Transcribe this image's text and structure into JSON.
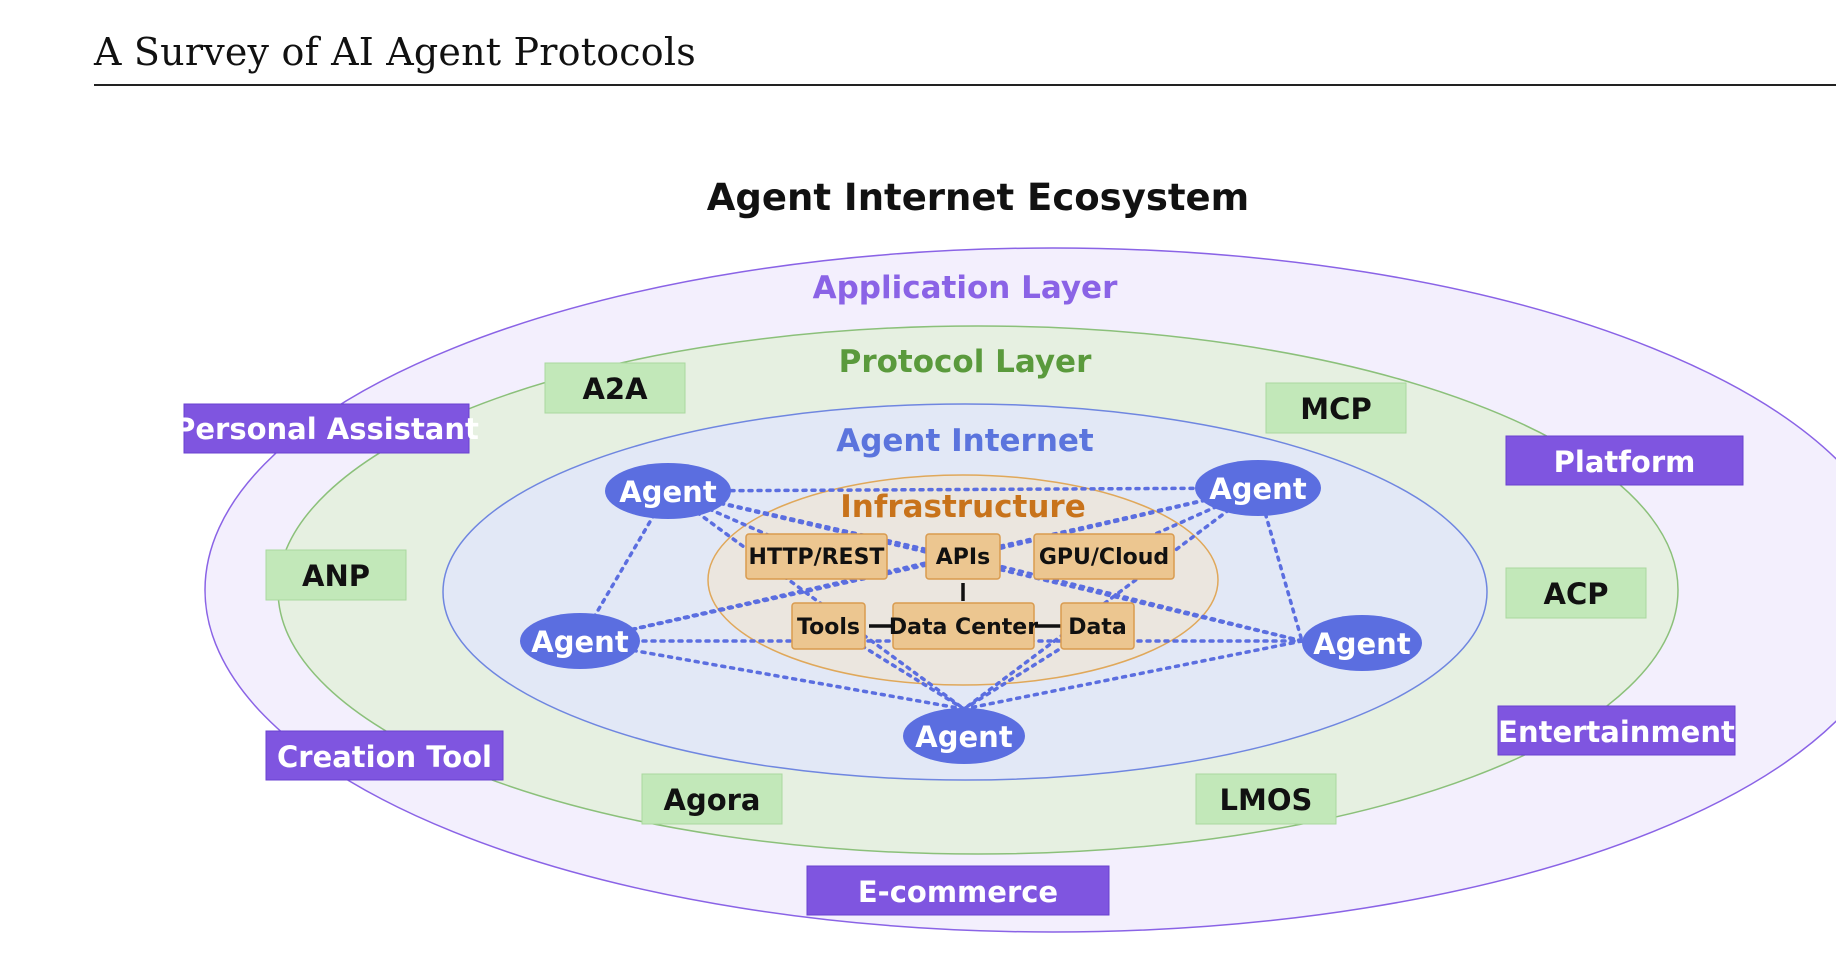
{
  "header": {
    "running_title": "A Survey of AI Agent Protocols"
  },
  "figure": {
    "title": "Agent Internet Ecosystem",
    "layers": {
      "application": "Application Layer",
      "protocol": "Protocol Layer",
      "agent_internet": "Agent Internet",
      "infrastructure": "Infrastructure"
    },
    "applications": [
      "Personal Assistant",
      "Platform",
      "Creation Tool",
      "Entertainment",
      "E-commerce"
    ],
    "protocols": [
      "A2A",
      "MCP",
      "ANP",
      "ACP",
      "Agora",
      "LMOS"
    ],
    "infrastructure": [
      "HTTP/REST",
      "APIs",
      "GPU/Cloud",
      "Tools",
      "Data Center",
      "Data"
    ],
    "agent_label": "Agent",
    "colors": {
      "application_fill": "#f3effd",
      "application_border": "#8a63e6",
      "application_box": "#7f55e0",
      "protocol_fill": "#e6f0e1",
      "protocol_border": "#8bc07a",
      "protocol_box": "#c2e8b9",
      "agent_internet_fill": "#e2e8f6",
      "agent_internet_border": "#6f86e0",
      "agent_node": "#5b6ee0",
      "infrastructure_fill": "#ebe6df",
      "infrastructure_border": "#e0a85a",
      "infrastructure_box": "#ecc690"
    }
  }
}
